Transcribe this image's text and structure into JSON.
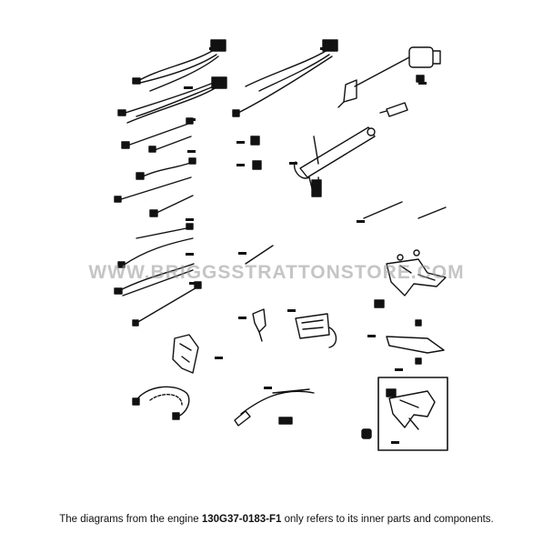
{
  "watermark": "WWW.BRIGGSSTRATTONSTORE.COM",
  "footer": {
    "prefix": "The diagrams from the engine ",
    "engine_model": "130G37-0183-F1",
    "suffix": " only refers to its inner parts and components."
  },
  "colors": {
    "line": "#111111",
    "watermark": "#9a9a9a",
    "background": "#ffffff"
  }
}
